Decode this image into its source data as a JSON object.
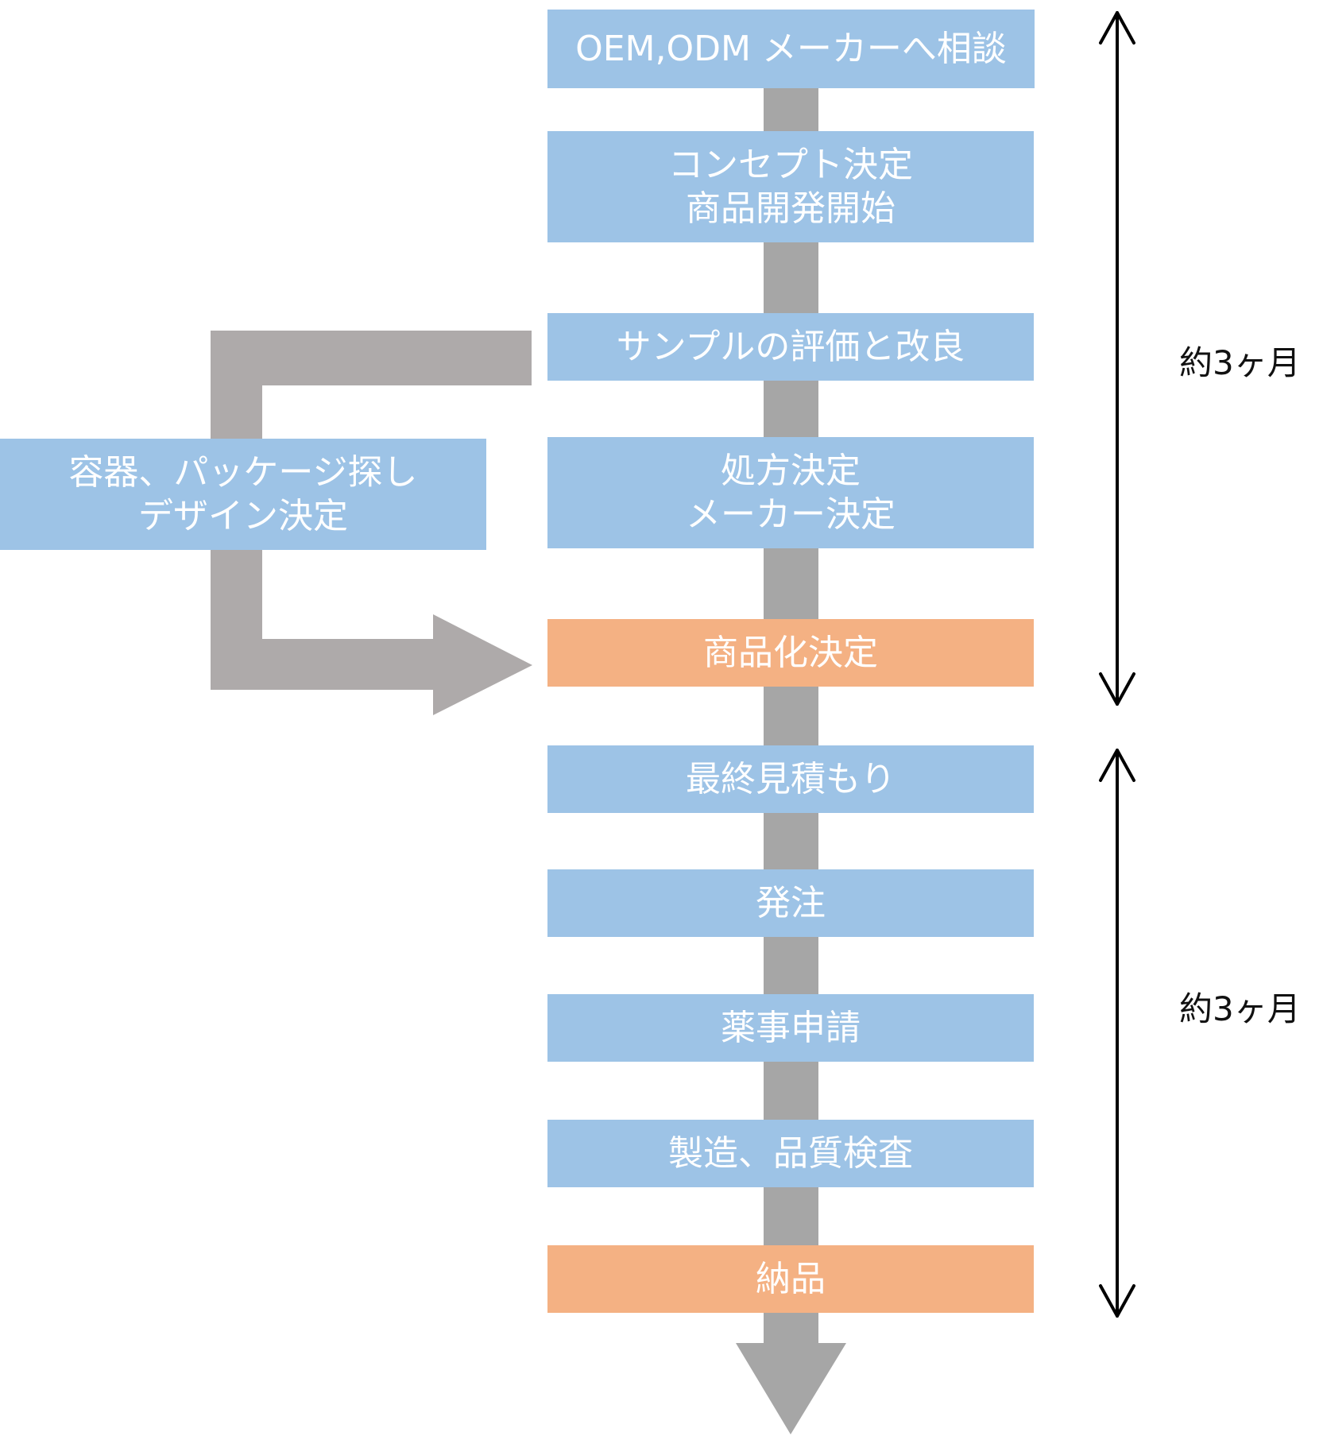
{
  "flow_steps": [
    {
      "id": "consult",
      "lines": [
        "OEM,ODM メーカーへ相談"
      ],
      "style": "blue"
    },
    {
      "id": "concept",
      "lines": [
        "コンセプト決定",
        "商品開発開始"
      ],
      "style": "blue"
    },
    {
      "id": "sample",
      "lines": [
        "サンプルの評価と改良"
      ],
      "style": "blue"
    },
    {
      "id": "recipe",
      "lines": [
        "処方決定",
        "メーカー決定"
      ],
      "style": "blue"
    },
    {
      "id": "decide",
      "lines": [
        "商品化決定"
      ],
      "style": "orange"
    },
    {
      "id": "quote",
      "lines": [
        "最終見積もり"
      ],
      "style": "blue"
    },
    {
      "id": "order",
      "lines": [
        "発注"
      ],
      "style": "blue"
    },
    {
      "id": "regist",
      "lines": [
        "薬事申請"
      ],
      "style": "blue"
    },
    {
      "id": "manuf",
      "lines": [
        "製造、品質検査"
      ],
      "style": "blue"
    },
    {
      "id": "deliver",
      "lines": [
        "納品"
      ],
      "style": "orange"
    }
  ],
  "side_step": {
    "id": "package",
    "lines": [
      "容器、パッケージ探し",
      "デザイン決定"
    ],
    "style": "blue"
  },
  "durations": {
    "first": "約3ヶ月",
    "second": "約3ヶ月"
  },
  "colors": {
    "box_blue": "#9dc3e6",
    "box_orange": "#f4b183",
    "connector_gray": "#a6a6a6",
    "loop_arrow_gray": "#aeaaaa",
    "span_arrow": "#000000"
  }
}
